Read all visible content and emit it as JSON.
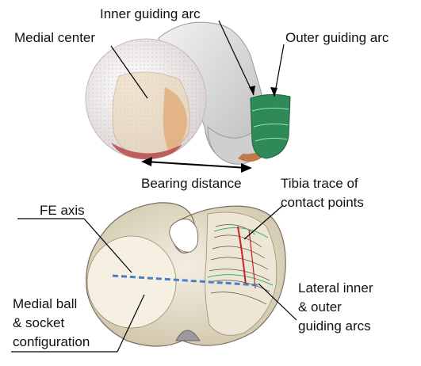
{
  "labels": {
    "inner_guiding_arc": "Inner guiding arc",
    "outer_guiding_arc": "Outer guiding arc",
    "medial_center": "Medial center",
    "bearing_distance": "Bearing distance",
    "tibia_trace_line1": "Tibia trace of",
    "tibia_trace_line2": "contact points",
    "fe_axis": "FE axis",
    "medial_ball_line1": "Medial ball",
    "medial_ball_line2": "& socket",
    "medial_ball_line3": "configuration",
    "lateral_line1": "Lateral inner",
    "lateral_line2": "& outer",
    "lateral_line3": "guiding arcs"
  },
  "colors": {
    "green_arc": "#2e8b57",
    "fe_axis_dash": "#4a7fc8",
    "trace_red": "#cc2020",
    "tibia_surface": "#e4dcc8",
    "femur_grey": "#d9d9d9"
  }
}
